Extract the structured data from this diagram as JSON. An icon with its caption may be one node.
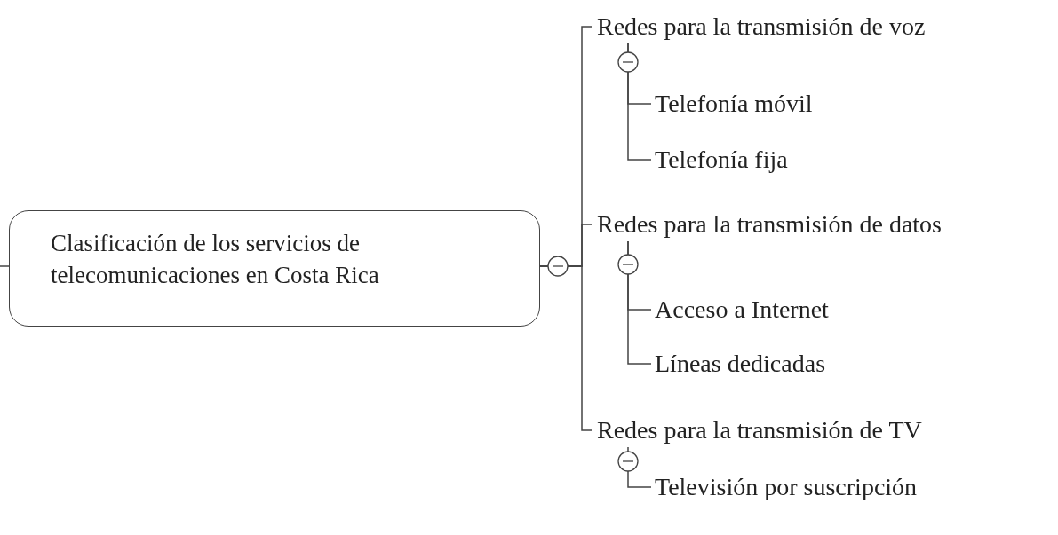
{
  "diagram": {
    "nodes": [
      {
        "text": [
          "Clasificación de los servicios de telecomunicaciones en Costa Rica"
        ]
      },
      {
        "text": [
          "Redes para la transmisión de voz"
        ]
      },
      {
        "text": [
          "Telefonía móvil"
        ]
      },
      {
        "text": [
          "Telefonía fija"
        ]
      },
      {
        "text": [
          "Redes para la transmisión de datos"
        ]
      },
      {
        "text": [
          "Acceso a Internet"
        ]
      },
      {
        "text": [
          "Líneas dedicadas"
        ]
      },
      {
        "text": [
          "Redes para la transmisión de TV"
        ]
      },
      {
        "text": [
          "Televisión por suscripción"
        ]
      }
    ],
    "edges": [
      {
        "from": 0,
        "to": 1,
        "arrow": "none"
      },
      {
        "from": 0,
        "to": 4,
        "arrow": "none"
      },
      {
        "from": 0,
        "to": 7,
        "arrow": "none"
      },
      {
        "from": 1,
        "to": 2,
        "arrow": "none"
      },
      {
        "from": 1,
        "to": 3,
        "arrow": "none"
      },
      {
        "from": 4,
        "to": 5,
        "arrow": "none"
      },
      {
        "from": 4,
        "to": 6,
        "arrow": "none"
      },
      {
        "from": 7,
        "to": 8,
        "arrow": "none"
      }
    ]
  }
}
